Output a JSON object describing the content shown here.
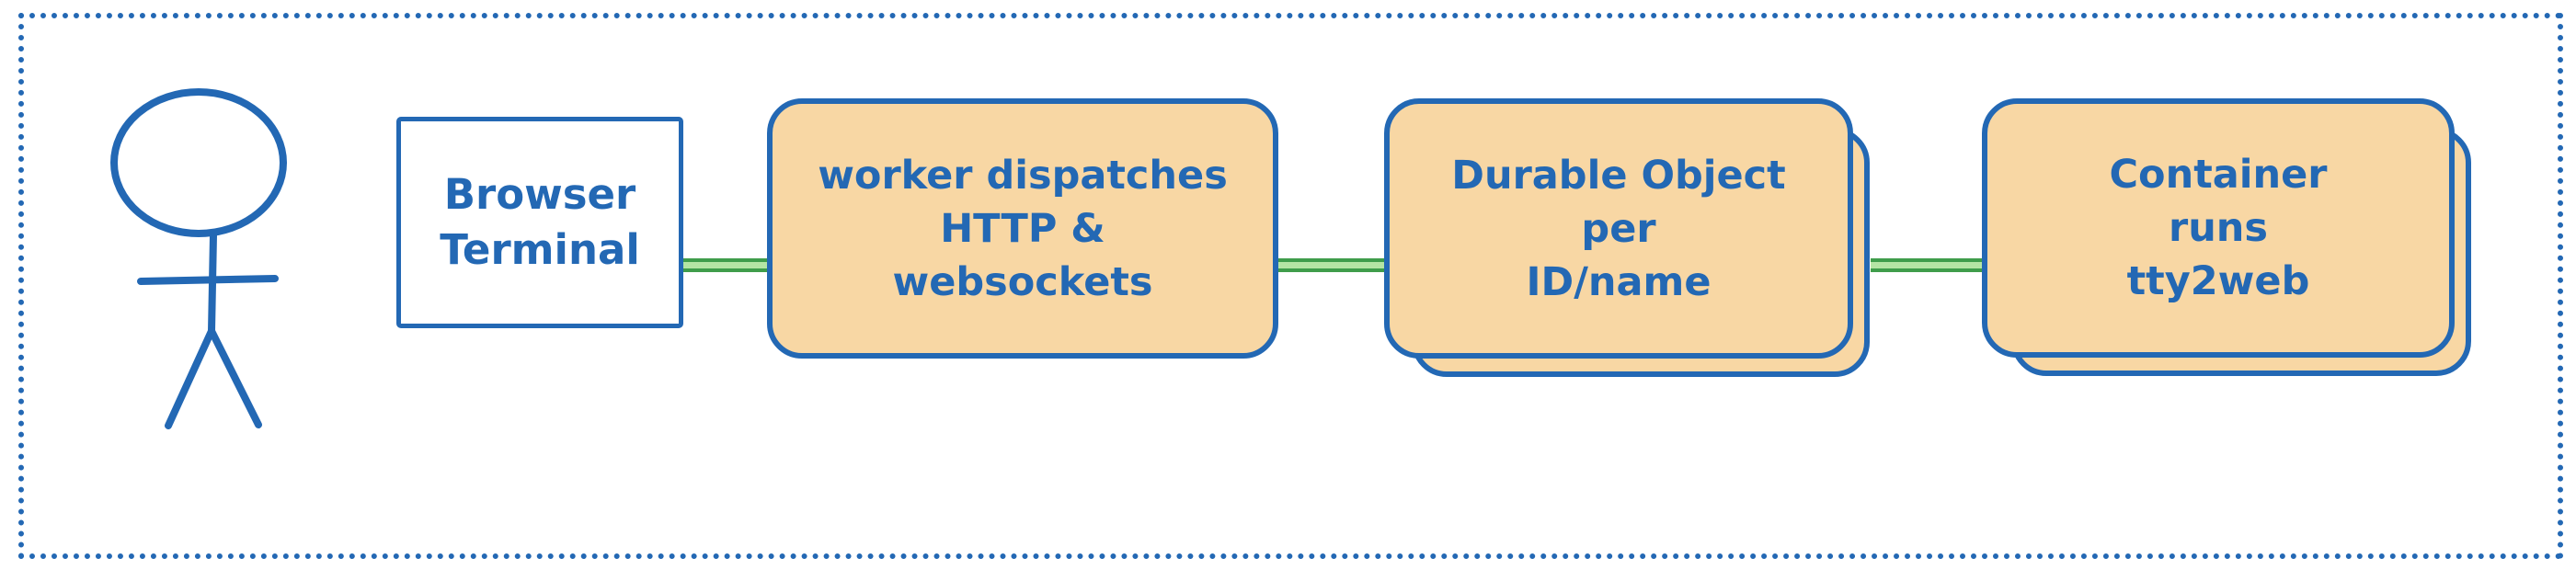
{
  "palette": {
    "stroke_blue": "#2368b4",
    "node_fill_orange": "#f8d7a4",
    "node_fill_white": "#ffffff",
    "connector_core_green": "#b5e5a4",
    "connector_edge_green": "#3f9d4b",
    "background": "#ffffff"
  },
  "nodes": {
    "user": {
      "icon": "stick-figure-person"
    },
    "browser_terminal": {
      "lines": [
        "Browser",
        "Terminal"
      ]
    },
    "worker": {
      "lines": [
        "worker dispatches",
        "HTTP &",
        "websockets"
      ]
    },
    "durable_object": {
      "lines": [
        "Durable Object",
        "per",
        "ID/name"
      ],
      "stacked": true
    },
    "container": {
      "lines": [
        "Container",
        "runs",
        "tty2web"
      ],
      "stacked": true
    }
  },
  "connectors": [
    {
      "from": "browser_terminal",
      "to": "worker"
    },
    {
      "from": "worker",
      "to": "durable_object"
    },
    {
      "from": "durable_object",
      "to": "container"
    }
  ]
}
